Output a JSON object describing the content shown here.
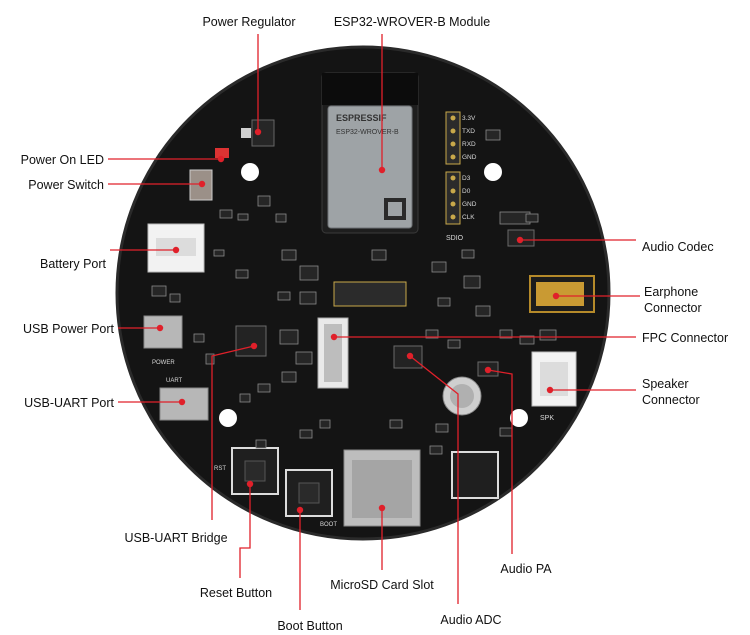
{
  "labels": {
    "power_regulator": "Power Regulator",
    "esp32_module": "ESP32-WROVER-B Module",
    "power_on_led": "Power On LED",
    "power_switch": "Power Switch",
    "battery_port": "Battery Port",
    "usb_power_port": "USB Power Port",
    "usb_uart_port": "USB-UART Port",
    "usb_uart_bridge": "USB-UART Bridge",
    "reset_button": "Reset Button",
    "boot_button": "Boot Button",
    "microsd_slot": "MicroSD Card Slot",
    "audio_adc": "Audio ADC",
    "audio_pa": "Audio PA",
    "speaker_connector_1": "Speaker",
    "speaker_connector_2": "Connector",
    "fpc_connector": "FPC Connector",
    "earphone_connector_1": "Earphone",
    "earphone_connector_2": "Connector",
    "audio_codec": "Audio Codec"
  },
  "silkscreen": {
    "module_brand": "ESPRESSIF",
    "module_name": "ESP32-WROVER-B",
    "pins_top": [
      "3.3V",
      "TXD",
      "RXD",
      "GND"
    ],
    "pins_bottom": [
      "D3",
      "D0",
      "GND",
      "CLK"
    ],
    "sdio": "SDIO",
    "power": "POWER",
    "uart": "UART",
    "rst": "RST",
    "boot": "BOOT",
    "spk": "SPK"
  },
  "colors": {
    "board": "#141414",
    "accent": "#e0202a",
    "silk": "#d8d8d8"
  }
}
